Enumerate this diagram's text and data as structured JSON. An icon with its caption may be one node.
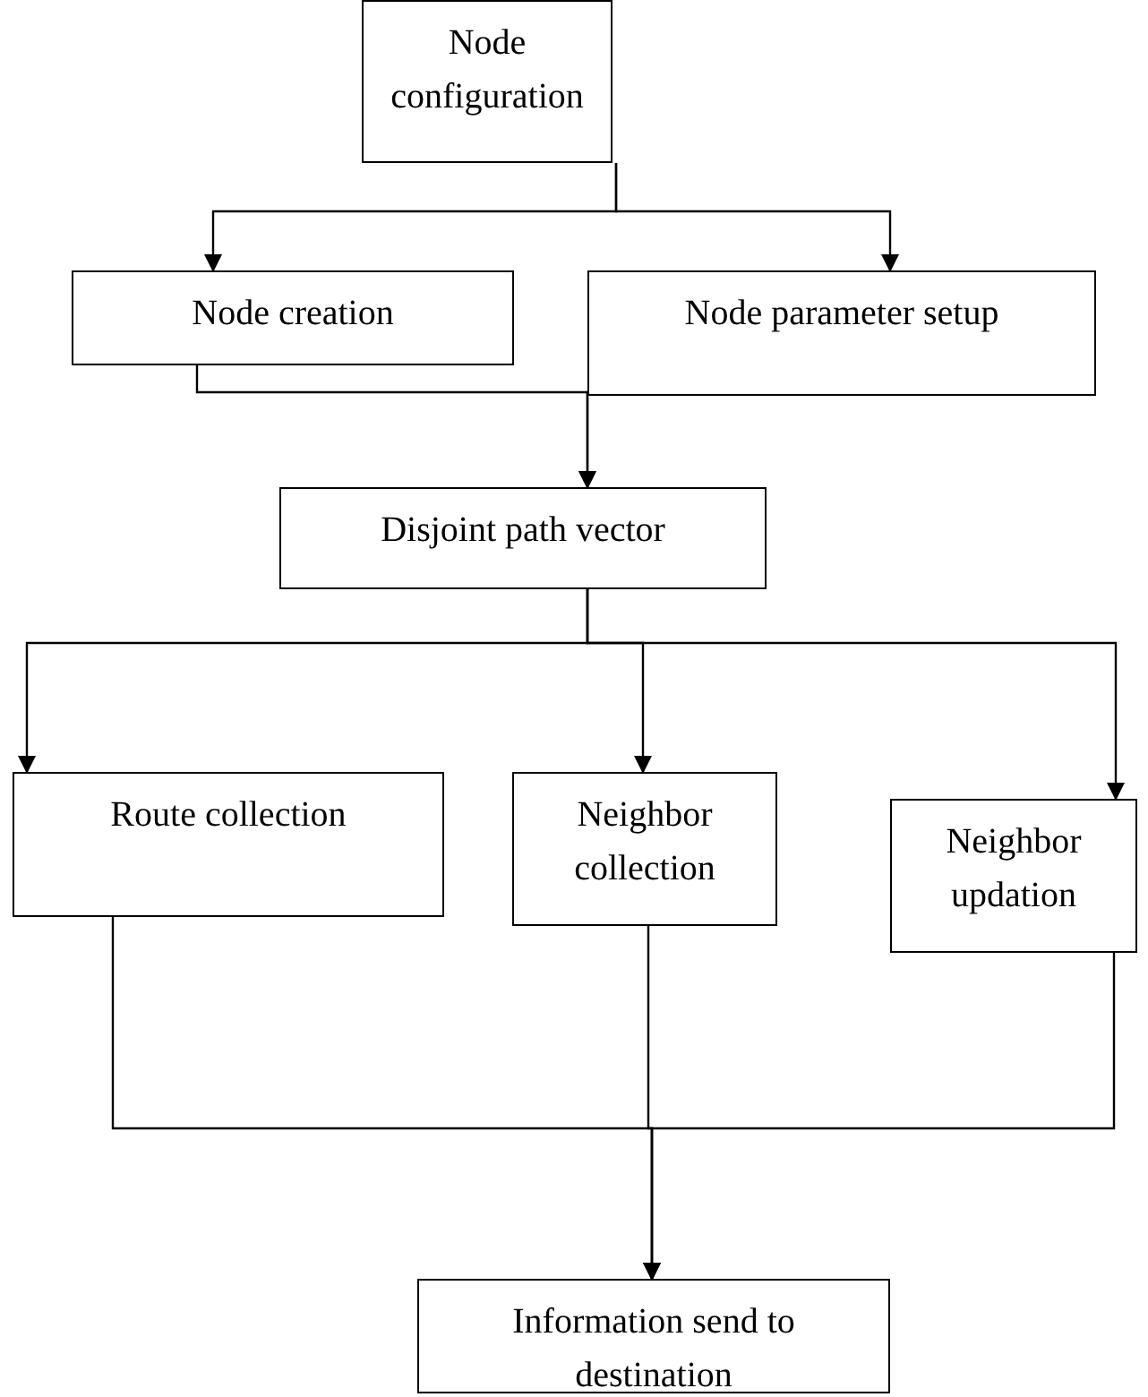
{
  "diagram": {
    "nodes": [
      {
        "text": [
          "Node configuration"
        ]
      },
      {
        "text": [
          "Node creation"
        ]
      },
      {
        "text": [
          "Node parameter setup"
        ]
      },
      {
        "text": [
          "Disjoint path vector"
        ]
      },
      {
        "text": [
          "Route collection"
        ]
      },
      {
        "text": [
          "Neighbor collection"
        ]
      },
      {
        "text": [
          "Neighbor updation"
        ]
      },
      {
        "text": [
          "Information send to destination"
        ]
      }
    ],
    "edges": [
      {
        "from": 0,
        "to": 1,
        "arrow": "to"
      },
      {
        "from": 0,
        "to": 2,
        "arrow": "to"
      },
      {
        "from": 1,
        "to": 3,
        "arrow": "to"
      },
      {
        "from": 2,
        "to": 3,
        "arrow": "to"
      },
      {
        "from": 3,
        "to": 4,
        "arrow": "to"
      },
      {
        "from": 3,
        "to": 5,
        "arrow": "to"
      },
      {
        "from": 3,
        "to": 6,
        "arrow": "to"
      },
      {
        "from": 4,
        "to": 7,
        "arrow": "to"
      },
      {
        "from": 5,
        "to": 7,
        "arrow": "to"
      },
      {
        "from": 6,
        "to": 7,
        "arrow": "to"
      }
    ]
  }
}
